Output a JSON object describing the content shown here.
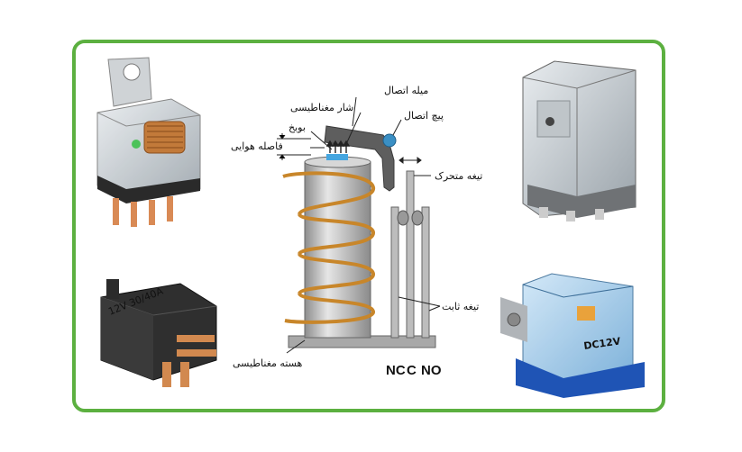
{
  "labels": {
    "contact_rod": "میله اتصال",
    "magnetic_flux": "شار مغناطیسی",
    "pivot": "پیچ اتصال",
    "coil": "بوبخ",
    "air_gap": "فاصله هوایی",
    "moving_blade": "تیغه متحرک",
    "fixed_blade": "تیغه ثابت",
    "magnetic_core": "هسته مغناطیسی"
  },
  "terminals": {
    "nc": "NC",
    "c": "C",
    "no": "NO"
  },
  "photo_text": {
    "relay_blue_dc": "DC12V",
    "relay_black_print": "12V 30/40A"
  },
  "colors": {
    "frame": "#5cb040",
    "coil": "#c8862a",
    "lever": "#5e5e5e",
    "pivot": "#3a8fc4",
    "core": "#b8b8b8"
  }
}
